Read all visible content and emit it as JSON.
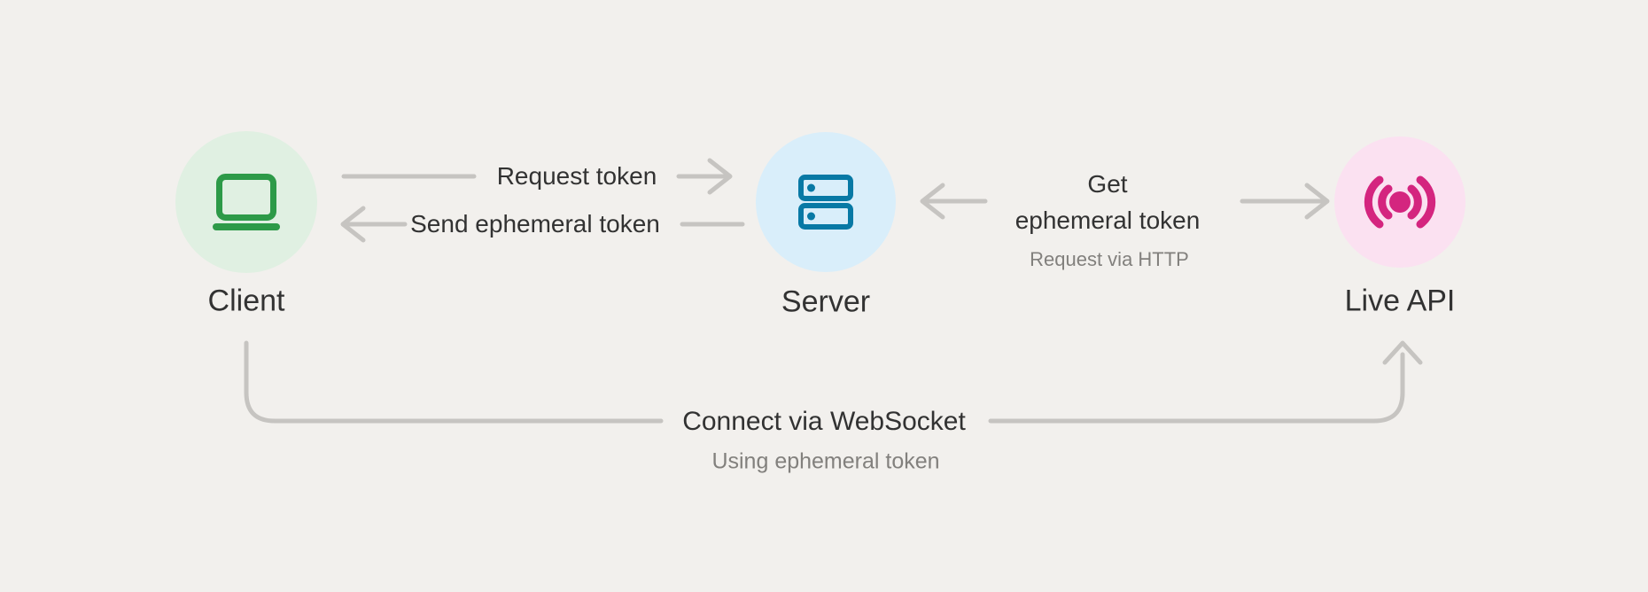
{
  "colors": {
    "background": "#F2F0ED",
    "arrow": "#C6C4C1",
    "label_dark": "#323232",
    "label_gray": "#82807D",
    "client_circle": "#E0F0E2",
    "client_icon": "#2D9A48",
    "server_circle": "#D9EEFA",
    "server_icon": "#0879A5",
    "live_api_circle": "#FBE1F1",
    "live_api_icon": "#D4257F"
  },
  "nodes": {
    "client": {
      "label": "Client",
      "icon": "laptop-icon"
    },
    "server": {
      "label": "Server",
      "icon": "server-rack-icon"
    },
    "live_api": {
      "label": "Live API",
      "icon": "live-broadcast-icon"
    }
  },
  "edges": {
    "request_token": {
      "label": "Request token",
      "from": "Client",
      "to": "Server"
    },
    "send_ephemeral_token": {
      "label": "Send ephemeral token",
      "from": "Server",
      "to": "Client"
    },
    "get_ephemeral_token": {
      "label_line1": "Get",
      "label_line2": "ephemeral token",
      "sublabel": "Request via HTTP",
      "between": "Server and Live API"
    },
    "connect_via_websocket": {
      "label": "Connect via WebSocket",
      "sublabel": "Using ephemeral token",
      "from": "Client",
      "to": "Live API"
    }
  }
}
